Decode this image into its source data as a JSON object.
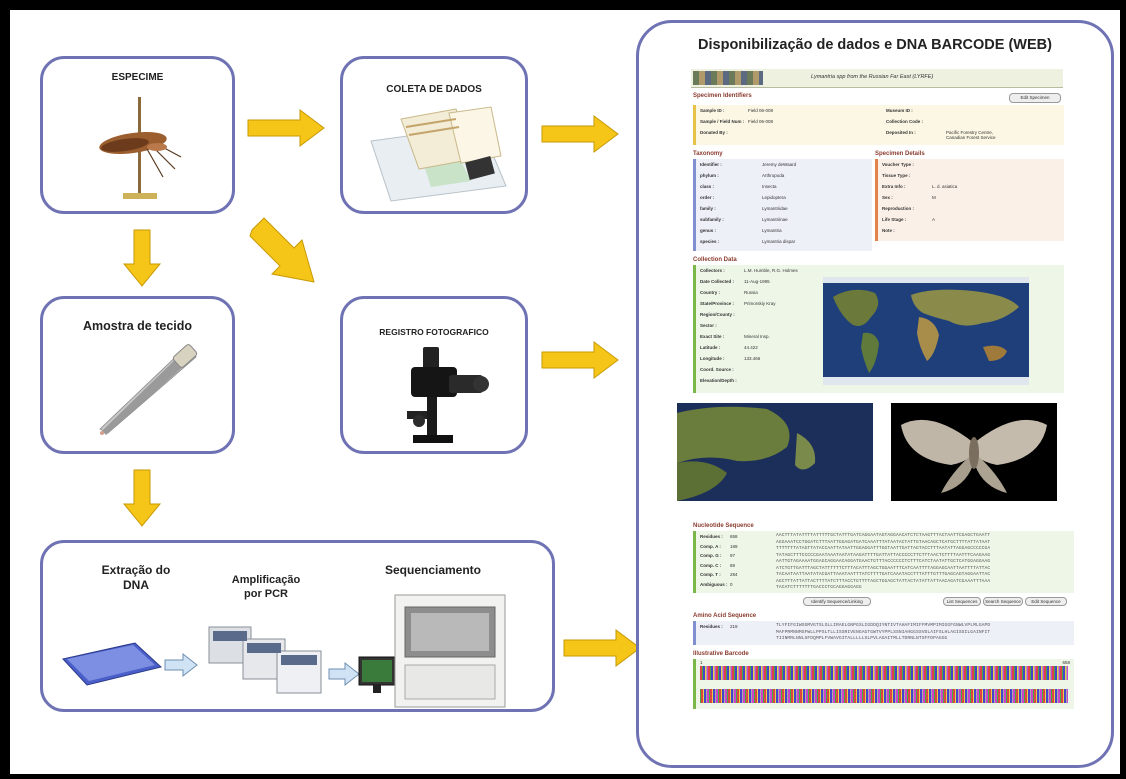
{
  "boxes": {
    "especime": "ESPECIME",
    "coleta": "COLETA DE DADOS",
    "amostra": "Amostra de tecido",
    "registro": "REGISTRO FOTOGRAFICO",
    "extracao": "Extração do\nDNA",
    "amplificacao": "Amplificação\npor PCR",
    "sequenciamento": "Sequenciamento"
  },
  "web": {
    "title": "Disponibilização de dados e DNA BARCODE (WEB)",
    "header_caption": "Lymantria spp from the Russian Far East (LYRFE)",
    "specimen_identifiers": {
      "title": "Specimen Identifiers",
      "button": "Edit Specimen",
      "rows": [
        {
          "label": "Sample ID :",
          "value": "Field 06-008"
        },
        {
          "label": "Sample / Field Num :",
          "value": "Field 06-008"
        },
        {
          "label": "Donated By :",
          "value": ""
        }
      ],
      "rows_right": [
        {
          "label": "Museum ID :",
          "value": ""
        },
        {
          "label": "Collection Code :",
          "value": ""
        },
        {
          "label": "Deposited In :",
          "value": "Pacific Forestry Centre,\nCanadian Forest Service"
        }
      ]
    },
    "taxonomy": {
      "title": "Taxonomy",
      "rows": [
        {
          "label": "Identifier :",
          "value": "Jeremy deWaard"
        },
        {
          "label": "phylum :",
          "value": "Arthropoda"
        },
        {
          "label": "class :",
          "value": "Insecta"
        },
        {
          "label": "order :",
          "value": "Lepidoptera"
        },
        {
          "label": "family :",
          "value": "Lymantriidae"
        },
        {
          "label": "subfamily :",
          "value": "Lymantriinae"
        },
        {
          "label": "genus :",
          "value": "Lymantria"
        },
        {
          "label": "species :",
          "value": "Lymantria dispar"
        }
      ]
    },
    "specimen_details": {
      "title": "Specimen Details",
      "rows": [
        {
          "label": "Voucher Type :",
          "value": ""
        },
        {
          "label": "Tissue Type :",
          "value": ""
        },
        {
          "label": "Extra Info :",
          "value": "L. d. asiatica"
        },
        {
          "label": "Sex :",
          "value": "M"
        },
        {
          "label": "Reproduction :",
          "value": ""
        },
        {
          "label": "Life Stage :",
          "value": "A"
        },
        {
          "label": "Note :",
          "value": ""
        }
      ]
    },
    "collection_data": {
      "title": "Collection Data",
      "rows": [
        {
          "label": "Collectors :",
          "value": "L.M. Humble, R.G. Holmes"
        },
        {
          "label": "Date Collected :",
          "value": "11-Aug-1995"
        },
        {
          "label": "Country :",
          "value": "Russia"
        },
        {
          "label": "State/Province :",
          "value": "Primorskiy Kray"
        },
        {
          "label": "Region/County :",
          "value": ""
        },
        {
          "label": "Sector :",
          "value": ""
        },
        {
          "label": "Exact Site :",
          "value": "Mineral Insp."
        },
        {
          "label": "Latitude :",
          "value": "44.422"
        },
        {
          "label": "Longitude :",
          "value": "133.466"
        },
        {
          "label": "Coord. Source :",
          "value": ""
        },
        {
          "label": "Elevation/Depth :",
          "value": ""
        }
      ]
    },
    "nucleotide": {
      "title": "Nucleotide Sequence",
      "rows": [
        {
          "label": "Residues :",
          "value": "658"
        },
        {
          "label": "Comp. A :",
          "value": "189"
        },
        {
          "label": "Comp. G :",
          "value": "97"
        },
        {
          "label": "Comp. C :",
          "value": "88"
        },
        {
          "label": "Comp. T :",
          "value": "284"
        },
        {
          "label": "Ambiguous :",
          "value": "0"
        }
      ],
      "sequence_lines": [
        "AACTTTATATTTTATTTTTGCTATTTGATCAGGAATAGTAGGAACATCTCTAAGTTTACTAATTCGAGCTGAATT",
        "AGGAAATCCTGGATCTTTAATTGGAGATGATCAAATTTATAATACTATTGTAACAGCTCATGCTTTTATTATAAT",
        "TTTTTTTATAGTTATACCAATTATAATTGGAGGATTTGGTAATTGATTAGTACCTTTAATATTAGGAGCCCCCGA",
        "TATAGCTTTCCCCCGAATAAATAATATAAGATTTTGATTATTACCCCCTTCTTTAACTCTTTTAATTTCAAGAAG",
        "AATTGTAGAAAATGGAGCAGGAACAGGATGAACTGTTTACCCCCCTCTTTCATCTAATATTGCTCATGGAGGAAG",
        "ATCTGTTGATTTAGCTATTTTTTCTTTACATTTAGCTGGAATTTCATCAATTTTAGGAGCAATTAATTTTATTAC",
        "TACAATAATTAATATACGATTAAATAATTTATCTTTTGATCAAATACCTTTATTTGTTTGAGCAGTAGGAATTAC",
        "AGCTTTATTATTACTTTTATCTTTACCTGTTTTAGCTGGAGCTATTACTATATTATTAACAGATCGAAATTTAAA",
        "TACATCTTTTTTTGACCCTGCAGGAGGAGG"
      ],
      "buttons": [
        "Identify Sequence/Linking",
        "List Sequences",
        "Search Sequence",
        "Edit Sequence"
      ]
    },
    "amino": {
      "title": "Amino Acid Sequence",
      "residues_label": "Residues :",
      "residues_value": "219",
      "sequence_lines": [
        "TLYFIFGIWSGMVGTSLSLLIRAELGNPGSLIGDDQIYNTIVTAHAFIMIFFMVMPIMIGGFGNWLVPLMLGAPD",
        "MAFPRMNNMSFWLLPPSLTLLISSRIVENGAGTGWTVYPPLSSNIAHGGSSVDLAIFSLHLAGISSILGAINFIT",
        "TIINMRLNNLSFDQMPLFVWAVGITALLLLLSLPVLAGAITMLLTDRNLNTSFFDPAGGG"
      ]
    },
    "barcode": {
      "title": "Illustrative Barcode",
      "label_left": "1",
      "label_right": "658"
    }
  },
  "colors": {
    "box_border": "#6f73b4",
    "arrow_fill": "#f5c518",
    "arrow_stroke": "#c79a06",
    "section_title": "#8a3b2e"
  }
}
